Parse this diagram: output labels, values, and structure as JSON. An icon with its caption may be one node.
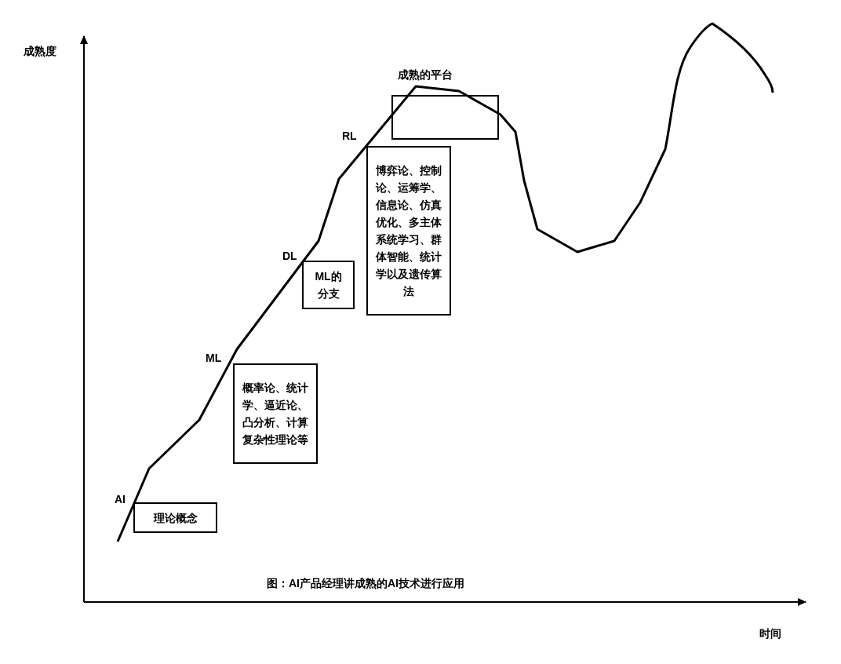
{
  "diagram": {
    "caption": "图：AI产品经理讲成熟的AI技术进行应用",
    "nodes": [
      {
        "text": [
          "理论概念"
        ]
      },
      {
        "text": [
          "概率论、统计学、逼近论、凸分析、计算复杂性理论等"
        ]
      },
      {
        "text": [
          "ML的分支"
        ]
      },
      {
        "text": [
          "博弈论、控制论、运筹学、信息论、仿真优化、多主体系统学习、群体智能、统计学以及遗传算法"
        ]
      },
      {
        "text": [],
        "shape": "box"
      }
    ],
    "edges": [],
    "labels": [
      "成熟度",
      "成熟的平台",
      "RL",
      "DL",
      "ML",
      "AI",
      "时间"
    ]
  }
}
